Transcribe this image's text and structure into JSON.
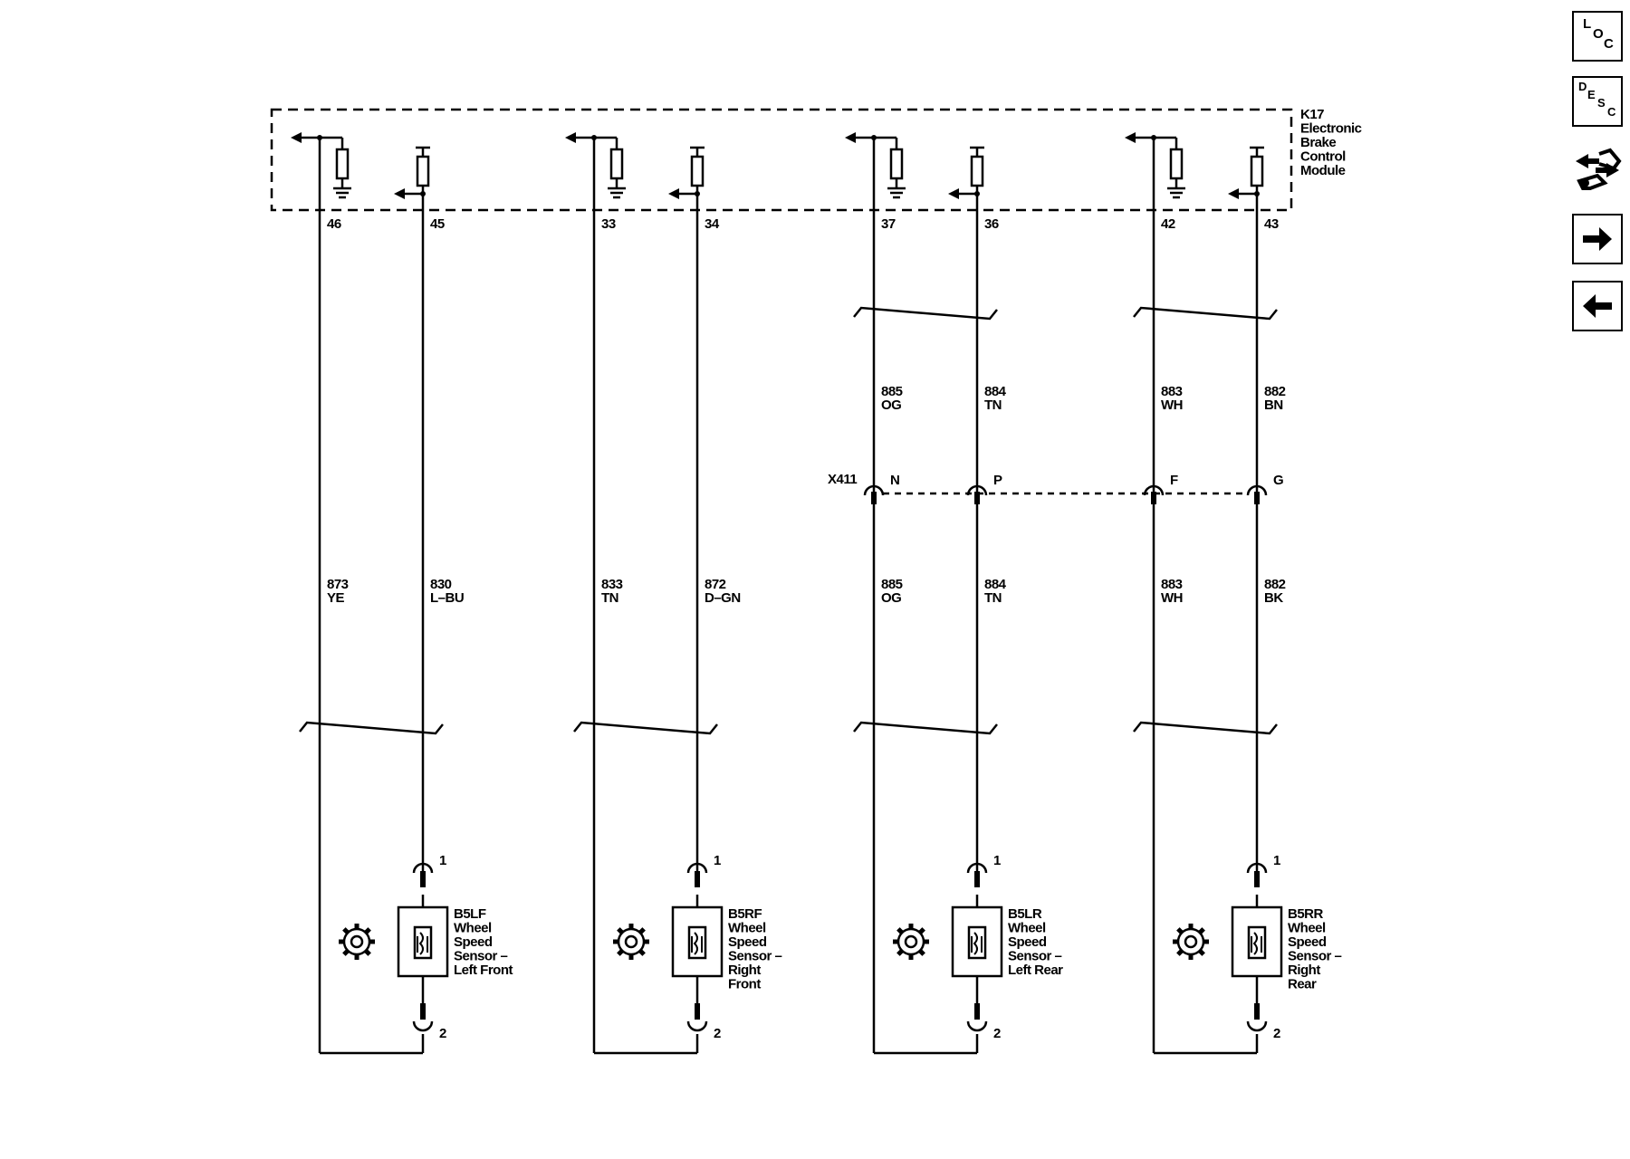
{
  "module": {
    "title_lines": [
      "K17",
      "Electronic",
      "Brake",
      "Control",
      "Module"
    ]
  },
  "nav": {
    "loc": {
      "l1": "L",
      "l2": "O",
      "l3": "C"
    },
    "desc": {
      "l1": "D",
      "l2": "E",
      "l3": "S",
      "l4": "C"
    }
  },
  "x411": {
    "label": "X411"
  },
  "groups": [
    {
      "pin_signal": "46",
      "pin_low": "45",
      "upper_signal": null,
      "upper_low": null,
      "conn_signal": null,
      "conn_low": null,
      "lower_signal": {
        "num": "873",
        "color": "YE"
      },
      "lower_low": {
        "num": "830",
        "color": "L–BU"
      },
      "sensor_pin_top": "1",
      "sensor_pin_bottom": "2",
      "sensor_name": [
        "B5LF",
        "Wheel",
        "Speed",
        "Sensor –",
        "Left Front"
      ]
    },
    {
      "pin_signal": "33",
      "pin_low": "34",
      "upper_signal": null,
      "upper_low": null,
      "conn_signal": null,
      "conn_low": null,
      "lower_signal": {
        "num": "833",
        "color": "TN"
      },
      "lower_low": {
        "num": "872",
        "color": "D–GN"
      },
      "sensor_pin_top": "1",
      "sensor_pin_bottom": "2",
      "sensor_name": [
        "B5RF",
        "Wheel",
        "Speed",
        "Sensor –",
        "Right",
        "Front"
      ]
    },
    {
      "pin_signal": "37",
      "pin_low": "36",
      "upper_signal": {
        "num": "885",
        "color": "OG"
      },
      "upper_low": {
        "num": "884",
        "color": "TN"
      },
      "conn_signal": "N",
      "conn_low": "P",
      "lower_signal": {
        "num": "885",
        "color": "OG"
      },
      "lower_low": {
        "num": "884",
        "color": "TN"
      },
      "sensor_pin_top": "1",
      "sensor_pin_bottom": "2",
      "sensor_name": [
        "B5LR",
        "Wheel",
        "Speed",
        "Sensor –",
        "Left Rear"
      ]
    },
    {
      "pin_signal": "42",
      "pin_low": "43",
      "upper_signal": {
        "num": "883",
        "color": "WH"
      },
      "upper_low": {
        "num": "882",
        "color": "BN"
      },
      "conn_signal": "F",
      "conn_low": "G",
      "lower_signal": {
        "num": "883",
        "color": "WH"
      },
      "lower_low": {
        "num": "882",
        "color": "BK"
      },
      "sensor_pin_top": "1",
      "sensor_pin_bottom": "2",
      "sensor_name": [
        "B5RR",
        "Wheel",
        "Speed",
        "Sensor –",
        "Right",
        "Rear"
      ]
    }
  ]
}
